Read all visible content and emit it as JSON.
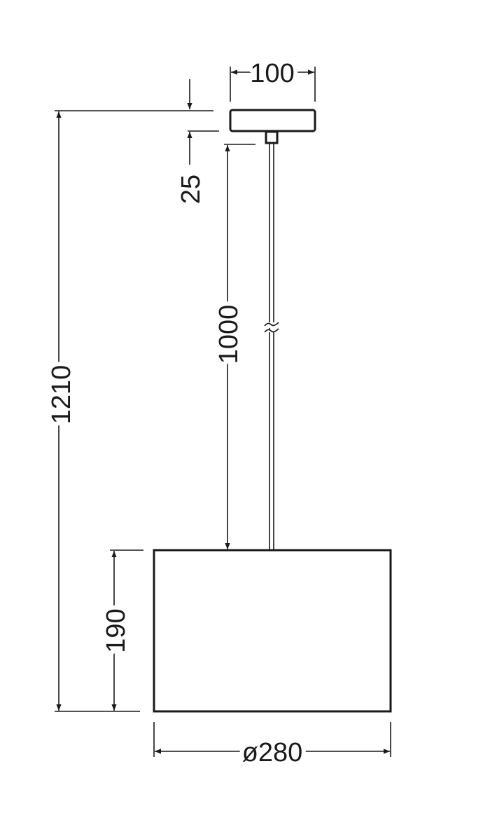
{
  "title": "Pendant lamp dimension drawing",
  "dimensions": {
    "canopy_width": "100",
    "canopy_height": "25",
    "cord_length": "1000",
    "total_height": "1210",
    "shade_height": "190",
    "shade_diameter": "ø280"
  },
  "colors": {
    "line": "#1a1a1a",
    "background": "#ffffff"
  }
}
